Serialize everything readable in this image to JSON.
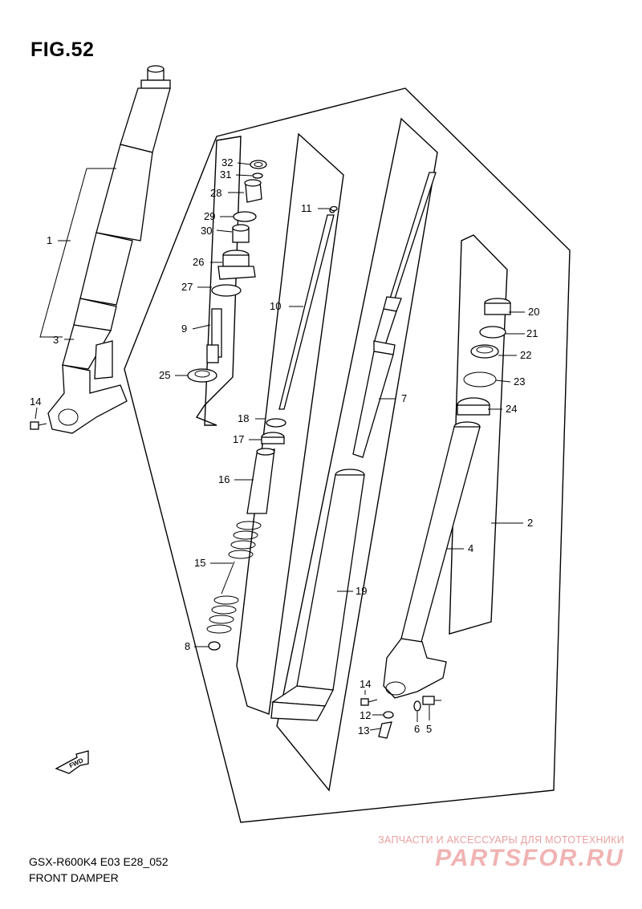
{
  "figure": {
    "title": "FIG.52"
  },
  "footer": {
    "model_code": "GSX-R600K4 E03 E28_052",
    "section": "FRONT DAMPER"
  },
  "watermark": {
    "tagline": "ЗАПЧАСТИ И АКСЕССУАРЫ ДЛЯ МОТОТЕХНИКИ",
    "logo": "PARTSFOR.RU"
  },
  "direction_marker": {
    "label": "FWD"
  },
  "callouts": {
    "c1": "1",
    "c2": "2",
    "c3": "3",
    "c4": "4",
    "c5": "5",
    "c6": "6",
    "c7": "7",
    "c8": "8",
    "c9": "9",
    "c10": "10",
    "c11": "11",
    "c12": "12",
    "c13": "13",
    "c14a": "14",
    "c14b": "14",
    "c15": "15",
    "c16": "16",
    "c17": "17",
    "c18": "18",
    "c19": "19",
    "c20": "20",
    "c21": "21",
    "c22": "22",
    "c23": "23",
    "c24": "24",
    "c25": "25",
    "c26": "26",
    "c27": "27",
    "c28": "28",
    "c29": "29",
    "c30": "30",
    "c31": "31",
    "c32": "32"
  }
}
